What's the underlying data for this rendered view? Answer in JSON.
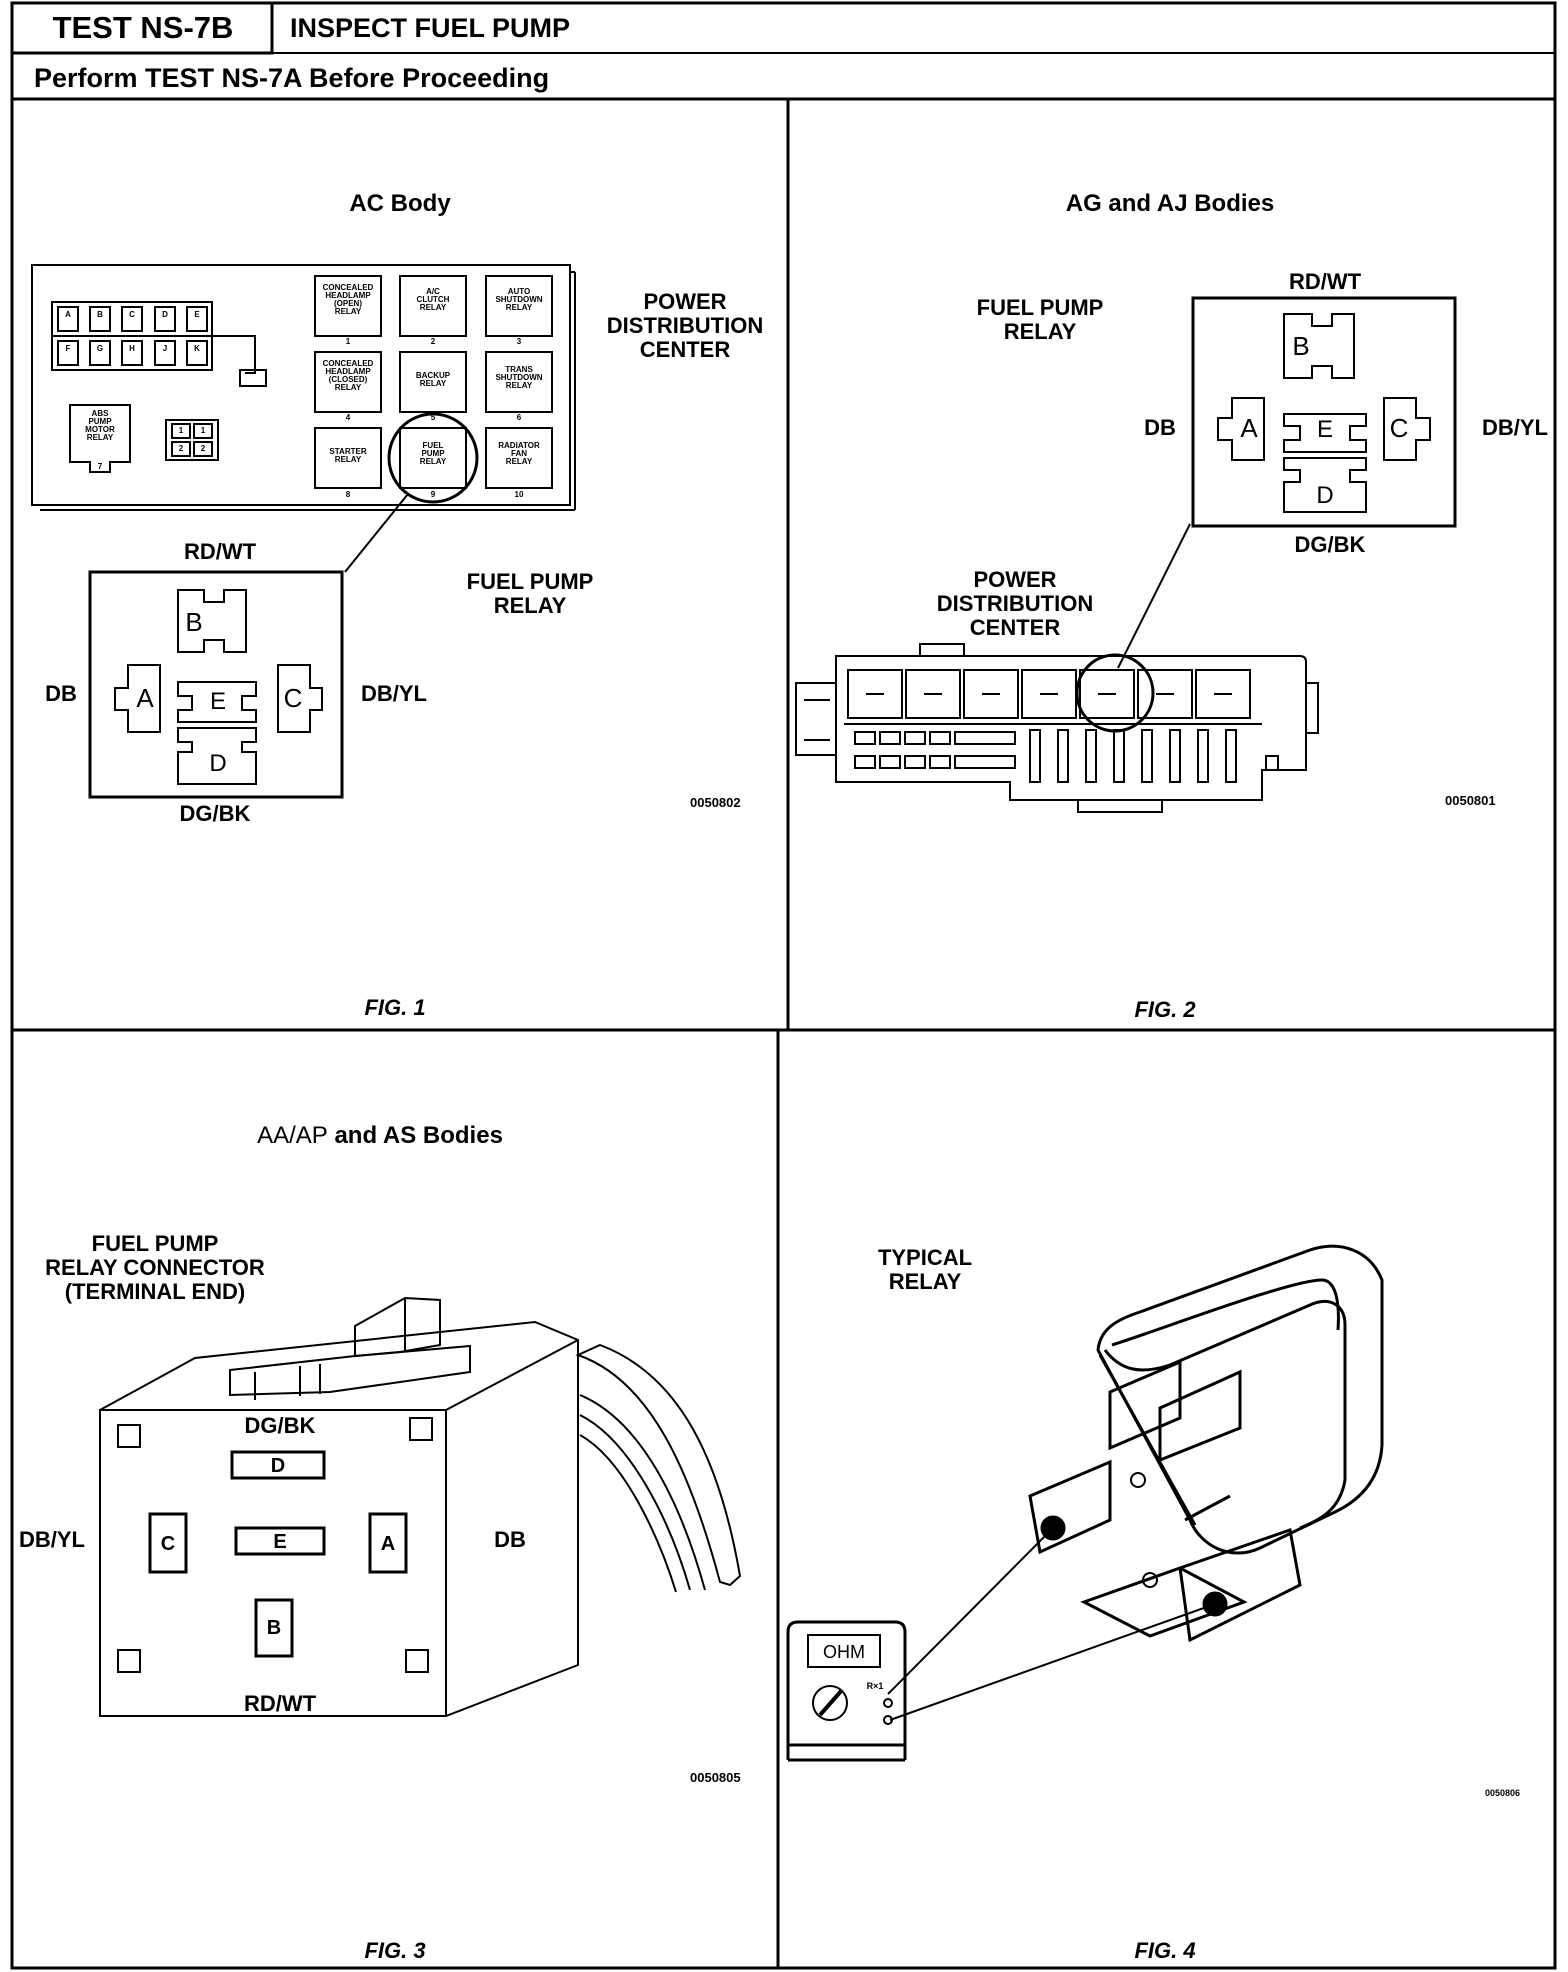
{
  "header": {
    "test_id": "TEST NS-7B",
    "title": "INSPECT FUEL PUMP",
    "prereq": "Perform TEST NS-7A Before Proceeding"
  },
  "fig1": {
    "title": "AC Body",
    "pdc_label": "POWER\nDISTRIBUTION\nCENTER",
    "relay_label": "FUEL PUMP\nRELAY",
    "wire_top": "RD/WT",
    "wire_left": "DB",
    "wire_right": "DB/YL",
    "wire_bottom": "DG/BK",
    "terminals": [
      "A",
      "B",
      "C",
      "D",
      "E"
    ],
    "relays": [
      "CONCEALED\nHEADLAMP\n(OPEN)\nRELAY",
      "A/C\nCLUTCH\nRELAY",
      "AUTO\nSHUTDOWN\nRELAY",
      "CONCEALED\nHEADLAMP\n(CLOSED)\nRELAY",
      "BACKUP\nRELAY",
      "TRANS\nSHUTDOWN\nRELAY",
      "STARTER\nRELAY",
      "FUEL\nPUMP\nRELAY",
      "RADIATOR\nFAN\nRELAY"
    ],
    "relay_numbers": [
      "1",
      "2",
      "3",
      "4",
      "5",
      "6",
      "8",
      "9",
      "10"
    ],
    "fuse_letters_top": [
      "A",
      "B",
      "C",
      "D",
      "E"
    ],
    "fuse_letters_bottom": [
      "F",
      "G",
      "H",
      "J",
      "K"
    ],
    "abs_relay": "ABS\nPUMP\nMOTOR\nRELAY",
    "abs_number": "7",
    "small_fuse_labels": [
      "1",
      "1",
      "2",
      "2"
    ],
    "code": "0050802",
    "caption": "FIG. 1"
  },
  "fig2": {
    "title": "AG and AJ Bodies",
    "relay_label": "FUEL PUMP\nRELAY",
    "pdc_label": "POWER\nDISTRIBUTION\nCENTER",
    "wire_top": "RD/WT",
    "wire_left": "DB",
    "wire_right": "DB/YL",
    "wire_bottom": "DG/BK",
    "code": "0050801",
    "caption": "FIG. 2"
  },
  "fig3": {
    "title_a": "AA/AP",
    "title_b": " and AS Bodies",
    "connector_label": "FUEL PUMP\nRELAY CONNECTOR\n(TERMINAL END)",
    "wire_top": "DG/BK",
    "wire_left": "DB/YL",
    "wire_right": "DB",
    "wire_bottom": "RD/WT",
    "terminals": [
      "D",
      "C",
      "E",
      "A",
      "B"
    ],
    "code": "0050805",
    "caption": "FIG. 3"
  },
  "fig4": {
    "relay_label": "TYPICAL\nRELAY",
    "meter_label": "OHM",
    "meter_scale": "R×1",
    "code": "0050806",
    "caption": "FIG. 4"
  },
  "colors": {
    "ink": "#000000",
    "paper": "#ffffff"
  }
}
